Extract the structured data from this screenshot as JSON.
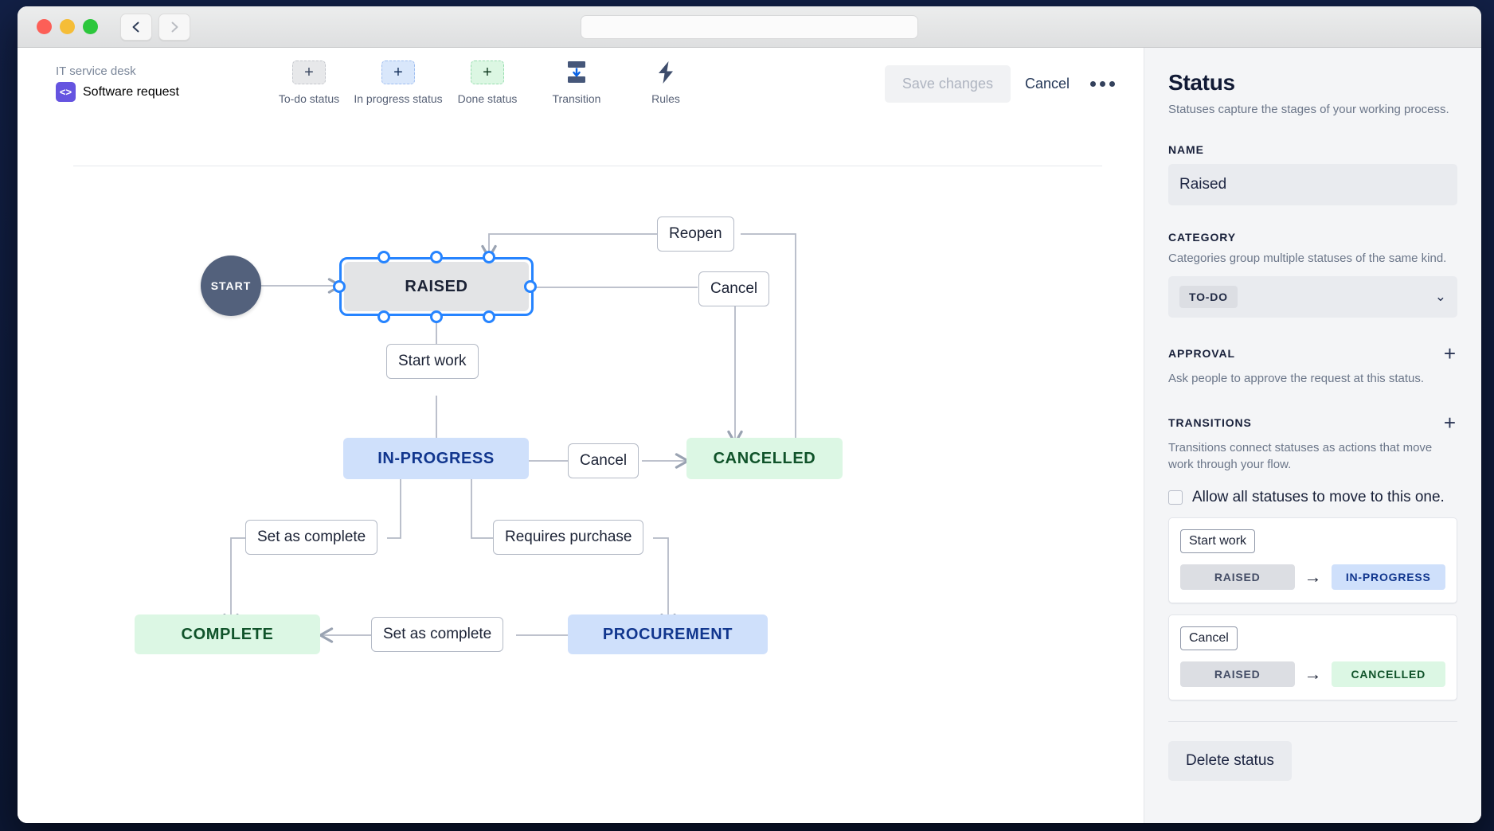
{
  "window": {
    "traffic_lights": [
      "close",
      "minimize",
      "maximize"
    ],
    "back_label": "back",
    "forward_label": "forward",
    "url_value": ""
  },
  "header": {
    "breadcrumb": "IT service desk",
    "project_icon": "<>",
    "project_title": "Software request"
  },
  "toolbar": {
    "tools": [
      {
        "name": "todo-status",
        "glyph": "+",
        "label": "To-do status",
        "variant": "todo"
      },
      {
        "name": "in-progress-status",
        "glyph": "+",
        "label": "In progress status",
        "variant": "prog"
      },
      {
        "name": "done-status",
        "glyph": "+",
        "label": "Done status",
        "variant": "done"
      },
      {
        "name": "transition",
        "glyph": "",
        "label": "Transition",
        "variant": "icon"
      },
      {
        "name": "rules",
        "glyph": "",
        "label": "Rules",
        "variant": "icon"
      }
    ],
    "save_label": "Save changes",
    "cancel_label": "Cancel",
    "more_label": "More options"
  },
  "diagram": {
    "start_label": "START",
    "nodes": [
      {
        "id": "raised",
        "label": "RAISED",
        "category": "to-do",
        "selected": true
      },
      {
        "id": "in-progress",
        "label": "IN-PROGRESS",
        "category": "in-progress",
        "selected": false
      },
      {
        "id": "cancelled",
        "label": "CANCELLED",
        "category": "done",
        "selected": false
      },
      {
        "id": "complete",
        "label": "COMPLETE",
        "category": "done",
        "selected": false
      },
      {
        "id": "procurement",
        "label": "PROCUREMENT",
        "category": "in-progress",
        "selected": false
      }
    ],
    "transitions": [
      {
        "id": "reopen",
        "label": "Reopen"
      },
      {
        "id": "cancel-raised",
        "label": "Cancel"
      },
      {
        "id": "start-work",
        "label": "Start work"
      },
      {
        "id": "cancel-inprogress",
        "label": "Cancel"
      },
      {
        "id": "set-as-complete-1",
        "label": "Set as complete"
      },
      {
        "id": "requires-purchase",
        "label": "Requires purchase"
      },
      {
        "id": "set-as-complete-2",
        "label": "Set as complete"
      }
    ]
  },
  "panel": {
    "title": "Status",
    "subtitle": "Statuses capture the stages of your working process.",
    "name_label": "NAME",
    "name_value": "Raised",
    "category_label": "CATEGORY",
    "category_help": "Categories group multiple statuses of the same kind.",
    "category_value": "TO-DO",
    "chevron": "⌄",
    "approval_label": "APPROVAL",
    "approval_help": "Ask people to approve the request at this status.",
    "approval_add": "+",
    "transitions_label": "TRANSITIONS",
    "transitions_help": "Transitions connect statuses as actions that move work through your flow.",
    "transitions_add": "+",
    "allow_all_label": "Allow all statuses to move to this one.",
    "transition_cards": [
      {
        "name": "Start work",
        "from": "RAISED",
        "from_variant": "gray",
        "arrow": "→",
        "to": "IN-PROGRESS",
        "to_variant": "blue"
      },
      {
        "name": "Cancel",
        "from": "RAISED",
        "from_variant": "gray",
        "arrow": "→",
        "to": "CANCELLED",
        "to_variant": "green"
      }
    ],
    "delete_label": "Delete status"
  },
  "colors": {
    "accent": "#2684ff",
    "brand_purple": "#6554e0",
    "todo_bg": "#e3e4e6",
    "inprogress_bg": "#cfe0fb",
    "done_bg": "#dcf7e4"
  }
}
